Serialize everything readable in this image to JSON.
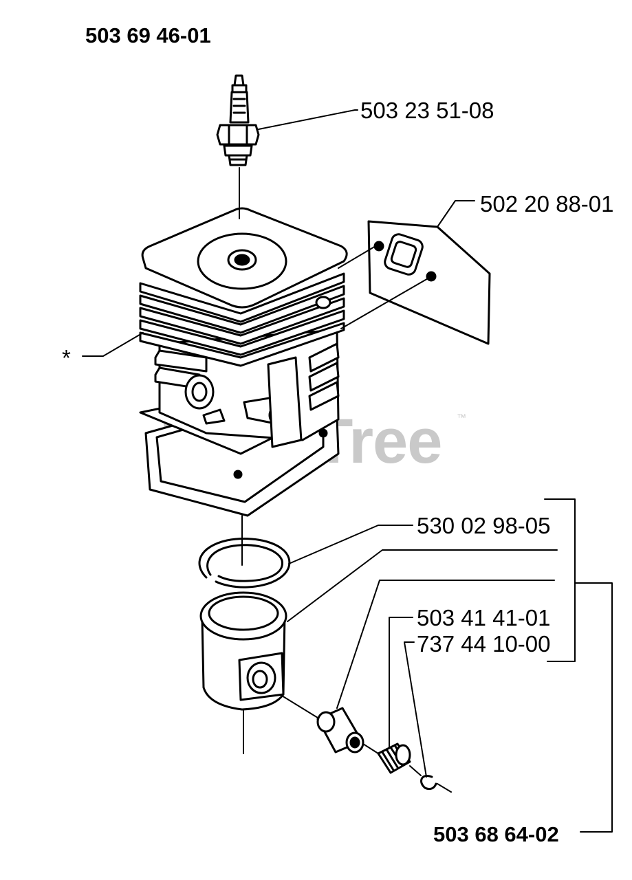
{
  "header": {
    "assembly_number": "503 69 46-01"
  },
  "callouts": {
    "spark_plug": "503 23 51-08",
    "gasket": "502 20 88-01",
    "cylinder": "*",
    "piston_ring": "530 02 98-05",
    "bearing_1": "503 41 41-01",
    "bearing_2": "737 44 10-00",
    "piston_kit": "503 68 64-02"
  },
  "watermark": {
    "text": "PartsTree",
    "trademark": "™"
  },
  "colors": {
    "ink": "#000000",
    "watermark": "#c9c9c9"
  }
}
